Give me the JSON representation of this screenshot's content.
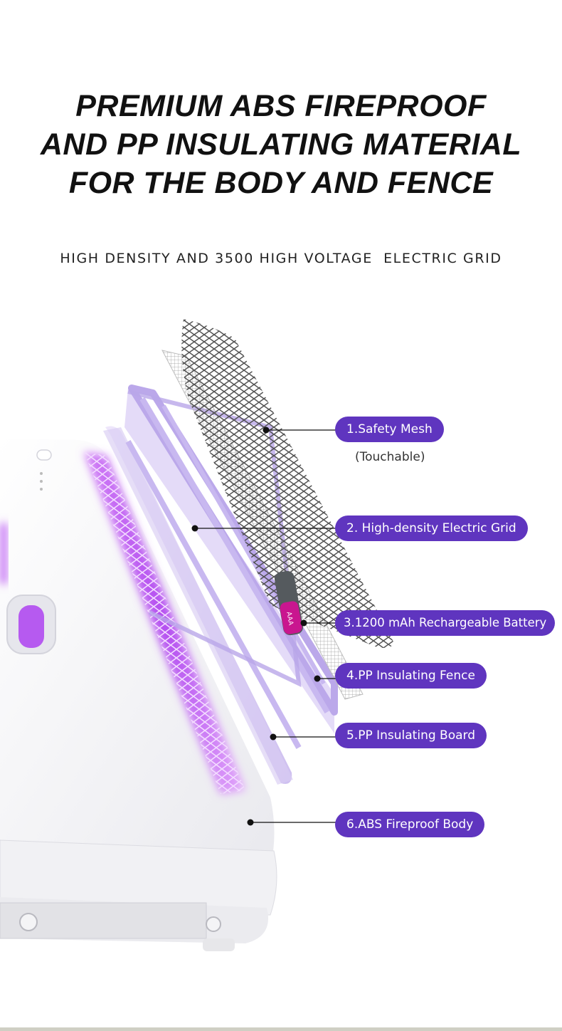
{
  "headline": {
    "line1": "PREMIUM ABS FIREPROOF",
    "line2": "AND PP INSULATING MATERIAL",
    "line3": "FOR THE BODY AND FENCE"
  },
  "subheadline": "HIGH DENSITY AND 3500 HIGH VOLTAGE  ELECTRIC GRID",
  "battery_label": "AAA",
  "callouts": [
    {
      "label": "1.Safety Mesh",
      "note": "(Touchable)"
    },
    {
      "label": "2. High-density Electric Grid"
    },
    {
      "label": "3.1200 mAh Rechargeable Battery"
    },
    {
      "label": "4.PP Insulating Fence"
    },
    {
      "label": "5.PP Insulating Board"
    },
    {
      "label": "6.ABS Fireproof Body"
    }
  ],
  "colors": {
    "pill": "#5f35bf",
    "uv_glow": "#b44ef0",
    "fence": "#c9b9ee",
    "body": "#f6f6f8",
    "headline": "#111111"
  }
}
